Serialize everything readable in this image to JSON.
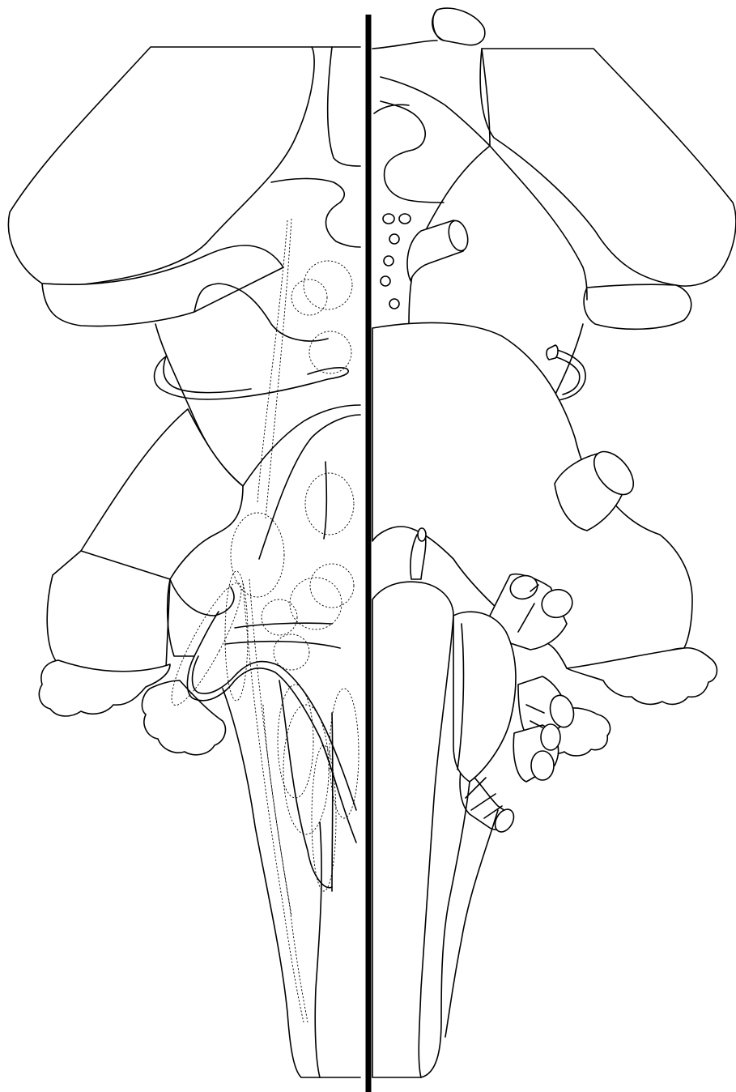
{
  "diagram": {
    "kind": "brainstem-schematic",
    "line_color": "#000000",
    "background": "#ffffff",
    "left_half": "internal-view-dashed-nuclei",
    "right_half": "external-view-cranial-nerve-stumps",
    "midline": "thick-vertical-divider"
  }
}
